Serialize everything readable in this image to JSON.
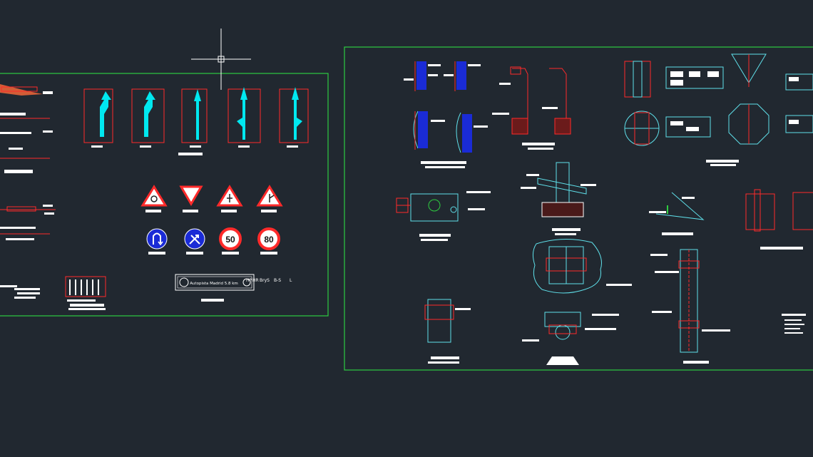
{
  "viewport": {
    "background": "#212830"
  },
  "colors": {
    "sheet_border": "#2ecc40",
    "dimension": "#ff2a2a",
    "geometry": "#5fe0ea",
    "fill_cyan": "#00ffff",
    "fill_blue": "#1a2bd6",
    "text": "#ffffff"
  },
  "crosshair": {
    "icon": "crosshair-cursor-icon"
  },
  "sheet_left": {
    "arrows": [
      "turn-arrow-left",
      "turn-arrow-left-2",
      "straight-arrow",
      "straight-left-arrow",
      "straight-right-arrow"
    ],
    "warning_signs": [
      "roundabout-warning-sign",
      "yield-sign",
      "junction-warning-sign",
      "side-road-warning-sign"
    ],
    "mandatory_signs": [
      {
        "icon": "u-turn-icon",
        "text": ""
      },
      {
        "icon": "keep-right-icon",
        "text": ""
      },
      {
        "icon": "speed-limit-sign",
        "text": "50"
      },
      {
        "icon": "speed-limit-sign",
        "text": "80"
      }
    ],
    "plate_caption": "Autopista Madrid 5.8 km",
    "small_labels": [
      "HP",
      "HR",
      "BryS",
      "B-S",
      "L"
    ]
  },
  "sheet_right": {
    "details": [
      "sign-mounting-clamp",
      "post-section",
      "octagon-plate",
      "triangle-plate",
      "pole-base-detail",
      "bracket-detail"
    ]
  }
}
